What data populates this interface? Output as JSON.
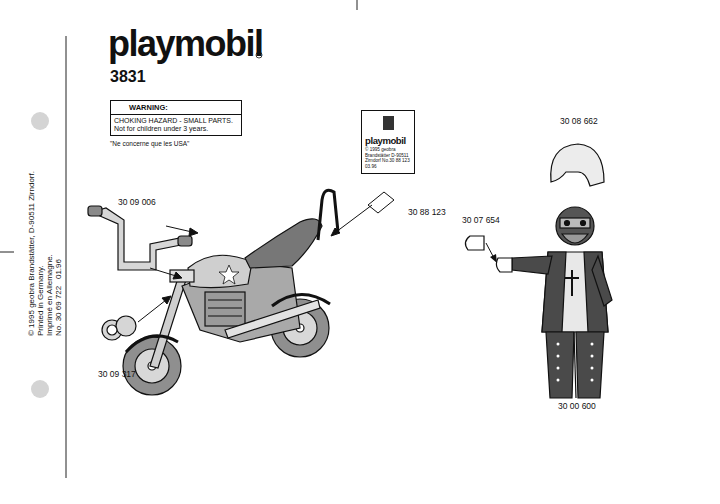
{
  "diagram": {
    "nodes": [
      {
        "text": [
          "WARNING:",
          "CHOKING HAZARD - SMALL PARTS. Not for children under 3 years."
        ]
      },
      {
        "text": [
          "playmobil",
          "© 1995 geobra Brandstätter D-90511 Zirndorf No.30 88 123 03.96"
        ]
      }
    ],
    "labels": [
      "playmobil",
      "3831",
      "\"Ne concerne que les USA\"",
      "© 1995 geobra Brandstätter, D-90511 Zirndorf.",
      "Printed in Germany.",
      "Imprimé en Allemagne.",
      "No. 30 69 722   01.96",
      "30 09 006",
      "30 88 123",
      "30 08 662",
      "30 07 654",
      "30 09 317",
      "30 00 600"
    ]
  }
}
